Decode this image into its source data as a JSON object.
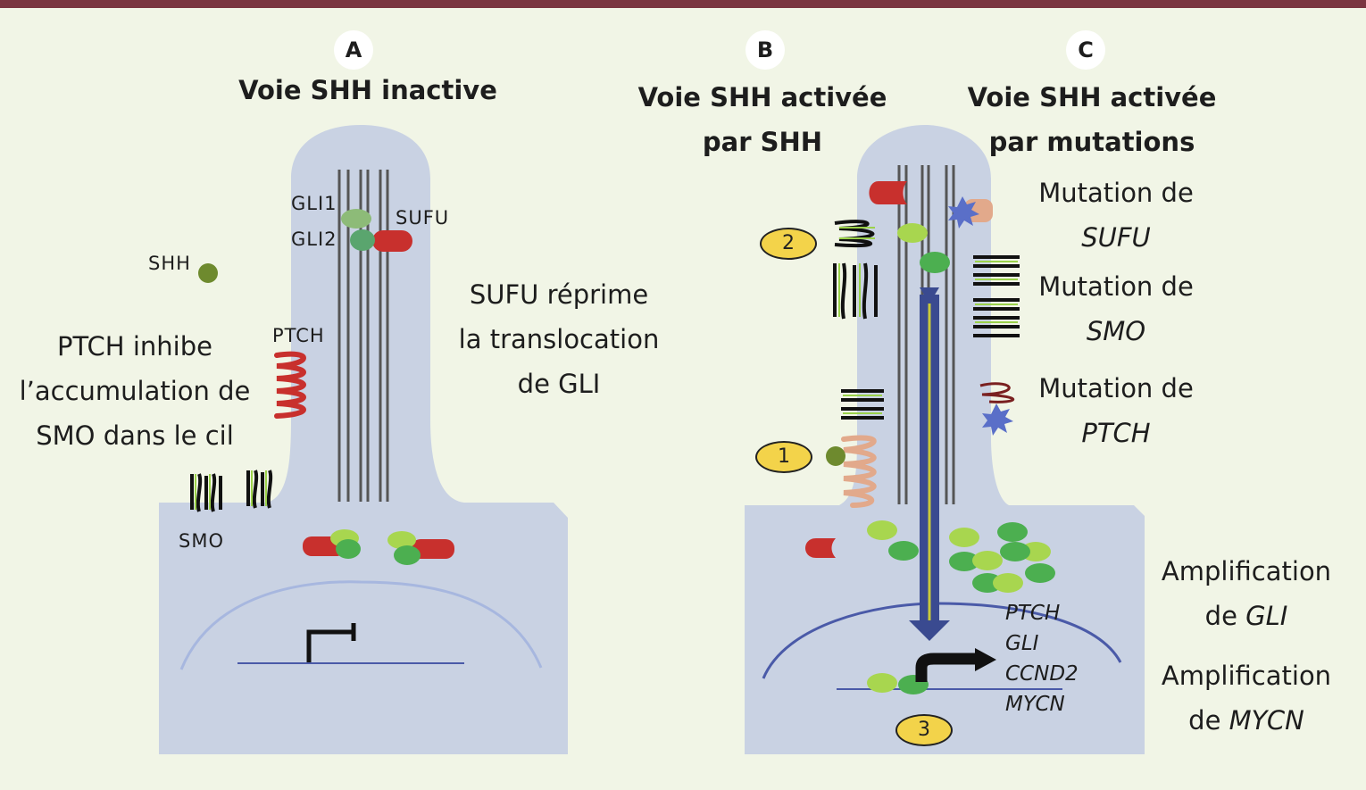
{
  "panelA": {
    "letter": "A",
    "title": "Voie SHH inactive",
    "labels": {
      "gli1": "GLI1",
      "gli2": "GLI2",
      "sufu": "SUFU",
      "shh": "SHH",
      "ptch": "PTCH",
      "smo": "SMO"
    },
    "left_text": [
      "PTCH inhibe",
      "l’accumulation de",
      "SMO dans le cil"
    ],
    "right_text": [
      "SUFU réprime",
      "la translocation",
      "de GLI"
    ]
  },
  "panelB": {
    "letter": "B",
    "title": [
      "Voie SHH activée",
      "par SHH"
    ],
    "steps": [
      "1",
      "2",
      "3"
    ],
    "target_genes": [
      "PTCH",
      "GLI",
      "CCND2",
      "MYCN"
    ]
  },
  "panelC": {
    "letter": "C",
    "title": [
      "Voie SHH activée",
      "par mutations"
    ],
    "mutations": [
      {
        "prefix": "Mutation de",
        "gene": "SUFU"
      },
      {
        "prefix": "Mutation de",
        "gene": "SMO"
      },
      {
        "prefix": "Mutation de",
        "gene": "PTCH"
      }
    ],
    "amplifications": [
      {
        "prefix": "Amplification",
        "line2": "de ",
        "gene": "GLI"
      },
      {
        "prefix": "Amplification",
        "line2": "de ",
        "gene": "MYCN"
      }
    ]
  },
  "colors": {
    "cell": "#c9d2e3",
    "header_bar": "#7a3540",
    "sufu_red": "#c8302d",
    "gli_light": "#a8d64f",
    "gli_dark": "#4caf50",
    "smo_green": "#9bd24a",
    "star_blue": "#5a6fc8",
    "arrow_blue": "#3a4a90",
    "step_yellow": "#f3d34a"
  }
}
